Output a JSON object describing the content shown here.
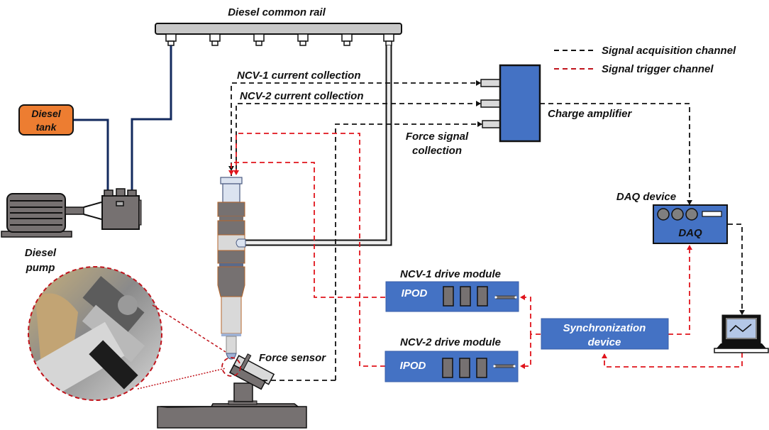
{
  "title": "Diesel common rail",
  "legend": [
    {
      "label": "Signal acquisition channel",
      "color": "#111111"
    },
    {
      "label": "Signal trigger channel",
      "color": "#e0141c"
    }
  ],
  "components": {
    "diesel_tank": {
      "line1": "Diesel",
      "line2": "tank"
    },
    "diesel_pump": {
      "line1": "Diesel",
      "line2": "pump"
    },
    "charge_amplifier": "Charge amplifier",
    "daq_device": {
      "caption": "DAQ device",
      "label": "DAQ"
    },
    "ncv1_drive_module": {
      "caption": "NCV-1 drive module",
      "label": "IPOD"
    },
    "ncv2_drive_module": {
      "caption": "NCV-2 drive module",
      "label": "IPOD"
    },
    "sync_device": {
      "line1": "Synchronization",
      "line2": "device"
    },
    "force_sensor": "Force sensor"
  },
  "channels": {
    "ncv1_current": "NCV-1 current collection",
    "ncv2_current": "NCV-2 current collection",
    "force_signal": {
      "line1": "Force signal",
      "line2": "collection"
    }
  },
  "colors": {
    "module_blue": "#4472c4",
    "tank_orange": "#ed7d31",
    "machine_gray": "#767171",
    "acquisition": "#111111",
    "trigger": "#e0141c"
  }
}
